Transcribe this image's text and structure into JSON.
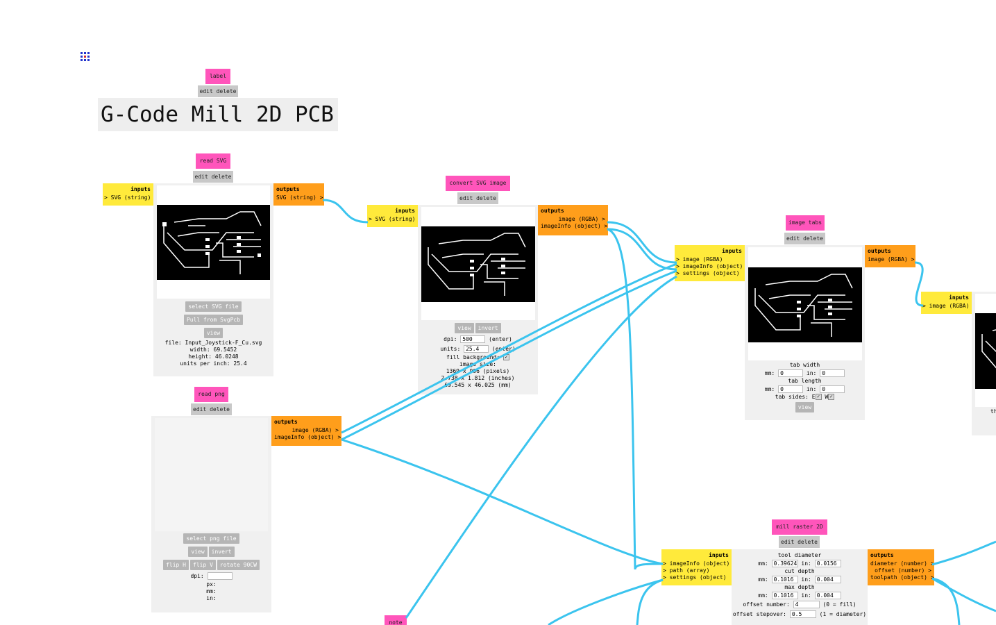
{
  "app_icon": "grid-icon",
  "label_module": {
    "title": "label",
    "edit_delete": "edit delete",
    "text": "G-Code Mill 2D PCB"
  },
  "read_svg": {
    "title": "read SVG",
    "edit_delete": "edit delete",
    "inputs_header": "inputs",
    "input_1": "> SVG (string)",
    "outputs_header": "outputs",
    "output_1": "SVG (string) >",
    "btn_select": "select SVG file",
    "btn_pull": "Pull from SvgPcb",
    "btn_view": "view",
    "file": "file: Input_Joystick-F_Cu.svg",
    "width": "width: 69.5452",
    "height": "height: 46.0248",
    "units": "units per inch: 25.4"
  },
  "convert_svg": {
    "title": "convert SVG image",
    "edit_delete": "edit delete",
    "inputs_header": "inputs",
    "input_1": "> SVG (string)",
    "outputs_header": "outputs",
    "output_1": "image (RGBA) >",
    "output_2": "imageInfo (object) >",
    "btn_view": "view",
    "btn_invert": "invert",
    "dpi_label": "dpi:",
    "dpi_value": "500",
    "dpi_enter": "(enter)",
    "units_label": "units:",
    "units_value": "25.4",
    "units_enter": "(enter)",
    "fill_bg": "fill background:",
    "image_size": "image size:",
    "size_px": "1369 x 906 (pixels)",
    "size_in": "2.738 x 1.812 (inches)",
    "size_mm": "69.545 x 46.025 (mm)"
  },
  "read_png": {
    "title": "read png",
    "edit_delete": "edit delete",
    "outputs_header": "outputs",
    "output_1": "image (RGBA) >",
    "output_2": "imageInfo (object) >",
    "btn_select": "select png file",
    "btn_view": "view",
    "btn_invert": "invert",
    "btn_fliph": "flip H",
    "btn_flipv": "flip V",
    "btn_rotate": "rotate 90CW",
    "dpi_label": "dpi:",
    "px": "px:",
    "mm": "mm:",
    "in": "in:"
  },
  "image_tabs": {
    "title": "image tabs",
    "edit_delete": "edit delete",
    "inputs_header": "inputs",
    "input_1": "> image (RGBA)",
    "input_2": "> imageInfo (object)",
    "input_3": "> settings (object)",
    "outputs_header": "outputs",
    "output_1": "image (RGBA) >",
    "tab_width": "tab width",
    "mm_label": "mm:",
    "mm_value": "0",
    "in_label": "in:",
    "in_value": "0",
    "tab_length": "tab length",
    "mm2_value": "0",
    "in2_value": "0",
    "tab_sides": "tab sides: E",
    "w_label": "W",
    "btn_view": "view"
  },
  "next_module": {
    "inputs_header": "inputs",
    "input_1": "> image (RGBA)",
    "cut_text": "th"
  },
  "mill_raster": {
    "title": "mill raster 2D",
    "edit_delete": "edit delete",
    "inputs_header": "inputs",
    "input_1": "> imageInfo (object)",
    "input_2": "> path (array)",
    "input_3": "> settings (object)",
    "outputs_header": "outputs",
    "output_1": "diameter (number) >",
    "output_2": "offset (number) >",
    "output_3": "toolpath (object) >",
    "tool_diameter": "tool diameter",
    "mm_label": "mm:",
    "td_mm": "0.39624",
    "in_label": "in:",
    "td_in": "0.0156",
    "cut_depth": "cut depth",
    "cd_mm": "0.1016",
    "cd_in": "0.004",
    "max_depth": "max depth",
    "md_mm": "0.1016",
    "md_in": "0.004",
    "offset_number": "offset number:",
    "on_value": "4",
    "on_hint": "(0 = fill)",
    "offset_stepover": "offset stepover:",
    "os_value": "0.5",
    "os_hint": "(1 = diameter)"
  },
  "note_module": {
    "title": "note"
  },
  "colors": {
    "title_bg": "#ff55bb",
    "inputs_bg": "#ffea3b",
    "outputs_bg": "#ff9e1b",
    "wire": "#3bc4ee",
    "button": "#b5b5b5"
  }
}
